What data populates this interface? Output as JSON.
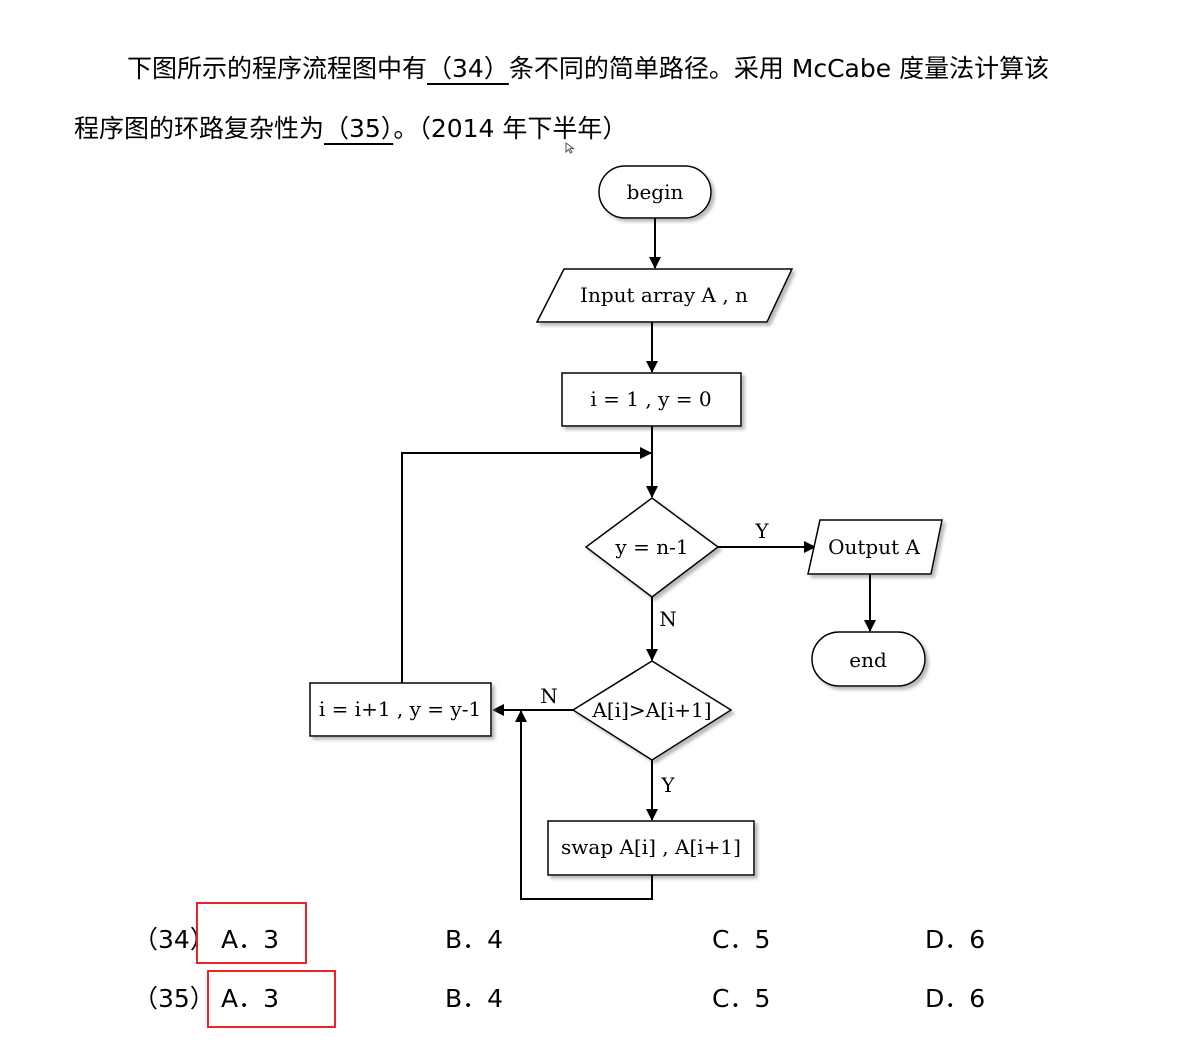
{
  "question": {
    "line1_before": "下图所示的程序流程图中有",
    "blank34": "（34）",
    "line1_after": "条不同的简单路径。采用 McCabe 度量法计算该",
    "line2_before": "程序图的环路复杂性为",
    "blank35": "（35）",
    "line2_after": "。（2014 年下半年）"
  },
  "flowchart": {
    "begin": "begin",
    "input": "Input array A , n",
    "init": "i = 1 , y = 0",
    "cond1": "y = n-1",
    "cond1_yes": "Y",
    "cond1_no": "N",
    "output": "Output A",
    "end": "end",
    "cond2": "A[i]>A[i+1]",
    "cond2_no": "N",
    "cond2_yes": "Y",
    "swap": "swap A[i] , A[i+1]",
    "incr": "i = i+1 , y = y-1"
  },
  "options": [
    {
      "label": "（34）",
      "a": "A．3",
      "b": "B．4",
      "c": "C．5",
      "d": "D．6"
    },
    {
      "label": "（35）",
      "a": "A．3",
      "b": "B．4",
      "c": "C．5",
      "d": "D．6"
    }
  ],
  "colors": {
    "highlight": "#e8242b",
    "line": "#000000",
    "shadow": "#9a9a9a"
  }
}
